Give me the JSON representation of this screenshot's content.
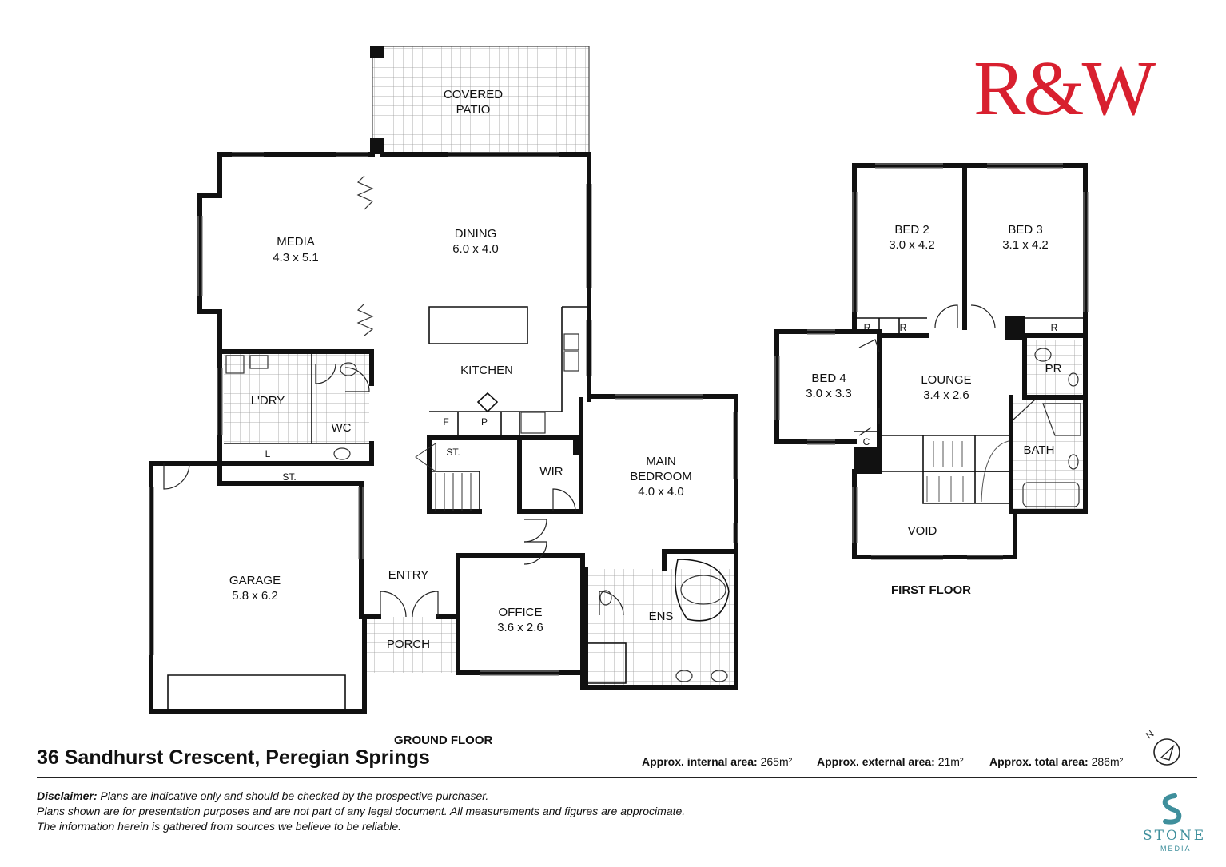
{
  "brand": {
    "logo_text": "R&W",
    "logo_color": "#d8202f"
  },
  "address": "36 Sandhurst Crescent, Peregian Springs",
  "areas": {
    "internal_label": "Approx. internal area:",
    "internal_value": "265m²",
    "external_label": "Approx.  external area:",
    "external_value": "21m²",
    "total_label": "Approx. total area:",
    "total_value": "286m²"
  },
  "floors": {
    "ground": "GROUND FLOOR",
    "first": "FIRST FLOOR"
  },
  "disclaimer": {
    "lead": "Disclaimer:",
    "line1": " Plans are indicative only and should be checked by the prospective purchaser.",
    "line2": "Plans shown are for presentation purposes and are not part of any legal document. All measurements and figures are approcimate.",
    "line3": "The information herein is gathered from sources we believe to be reliable."
  },
  "photographer": {
    "name": "STONE",
    "sub": "MEDIA",
    "color": "#3f8f9c"
  },
  "compass": {
    "north": "N",
    "icon": "compass-icon"
  },
  "rooms": {
    "patio_1": "COVERED",
    "patio_2": "PATIO",
    "media": "MEDIA",
    "media_size": "4.3 x 5.1",
    "dining": "DINING",
    "dining_size": "6.0 x 4.0",
    "kitchen": "KITCHEN",
    "laundry": "L'DRY",
    "wc": "WC",
    "linen": "L",
    "fridge": "F",
    "pantry": "P",
    "store_stairs": "ST.",
    "store_garage": "ST.",
    "wir": "WIR",
    "main_bed_1": "MAIN",
    "main_bed_2": "BEDROOM",
    "main_bed_size": "4.0 x 4.0",
    "garage": "GARAGE",
    "garage_size": "5.8 x 6.2",
    "entry": "ENTRY",
    "porch": "PORCH",
    "office": "OFFICE",
    "office_size": "3.6 x 2.6",
    "ensuite": "ENS",
    "bed2": "BED 2",
    "bed2_size": "3.0 x 4.2",
    "bed3": "BED 3",
    "bed3_size": "3.1 x 4.2",
    "bed4": "BED 4",
    "bed4_size": "3.0 x 3.3",
    "lounge": "LOUNGE",
    "lounge_size": "3.4 x 2.6",
    "powder": "PR",
    "bath": "BATH",
    "void": "VOID",
    "robe": "R",
    "cupboard": "C"
  }
}
